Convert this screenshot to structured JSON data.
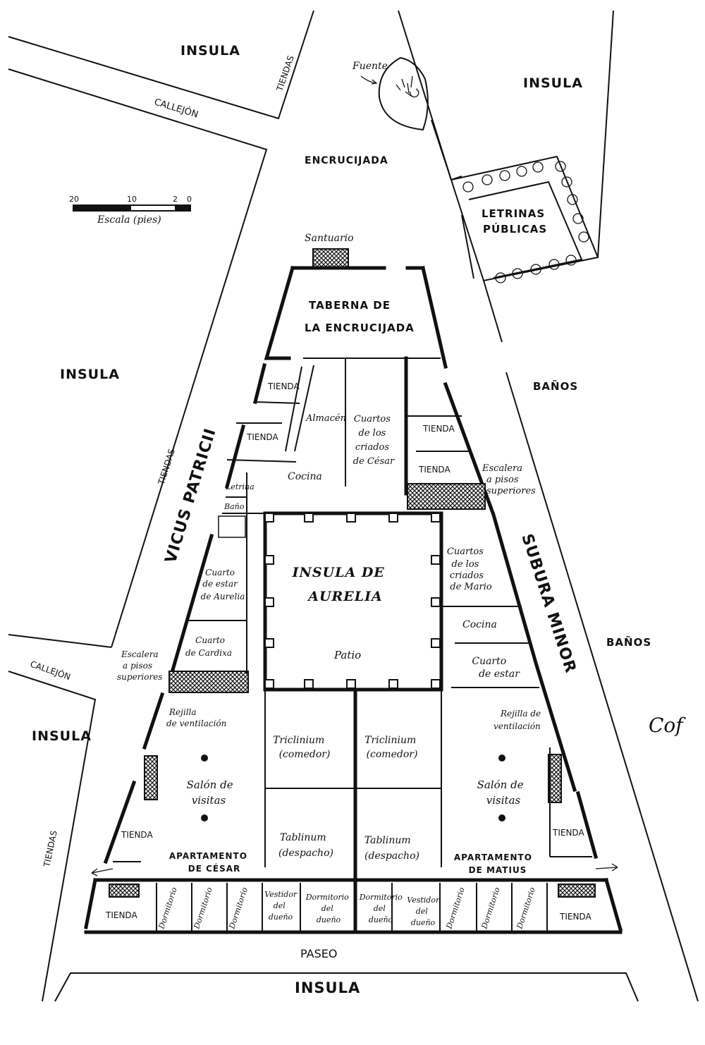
{
  "labels": {
    "insula_top_left": "INSULA",
    "insula_top_right": "INSULA",
    "insula_left": "INSULA",
    "insula_lower_left": "INSULA",
    "insula_bottom": "INSULA",
    "callejon_top": "CALLEJÓN",
    "callejon_left": "CALLEJÓN",
    "tiendas_top": "TIENDAS",
    "tiendas_left": "TIENDAS",
    "tiendas_lower_left": "TIENDAS",
    "fuente": "Fuente",
    "encrucijada": "ENCRUCIJADA",
    "letrinas_1": "LETRINAS",
    "letrinas_2": "PÚBLICAS",
    "santuario": "Santuario",
    "taberna_1": "TABERNA DE",
    "taberna_2": "LA ENCRUCIJADA",
    "banos_1": "BAÑOS",
    "banos_2": "BAÑOS",
    "vicus": "VICUS PATRICII",
    "subura": "SUBURA MINOR",
    "paseo": "PASEO",
    "signature": "Cof"
  },
  "scale": {
    "ticks": [
      "20",
      "10",
      "2",
      "0"
    ],
    "caption": "Escala (pies)"
  },
  "rooms": {
    "tienda_nw1": "TIENDA",
    "tienda_nw2": "TIENDA",
    "almacen": "Almacén",
    "cuartos_cesar": [
      "Cuartos",
      "de los",
      "criados",
      "de César"
    ],
    "tienda_ne1": "TIENDA",
    "tienda_ne2": "TIENDA",
    "escalera_ne": [
      "Escalera",
      "a pisos",
      "superiores"
    ],
    "cocina_w": "Cocina",
    "letrina": "Letrina",
    "bano": "Baño",
    "insula_aurelia": [
      "INSULA DE",
      "AURELIA"
    ],
    "patio": "Patio",
    "cuartos_mario": [
      "Cuartos",
      "de los",
      "criados",
      "de Mario"
    ],
    "cocina_e": "Cocina",
    "cuarto_estar_e": [
      "Cuarto",
      "de estar"
    ],
    "cuarto_aurelia": [
      "Cuarto",
      "de estar",
      "de Aurelia"
    ],
    "cuarto_cardixa": [
      "Cuarto",
      "de Cardixa"
    ],
    "escalera_w": [
      "Escalera",
      "a pisos",
      "superiores"
    ],
    "rejilla_w": [
      "Rejilla",
      "de ventilación"
    ],
    "rejilla_e": [
      "Rejilla de",
      "ventilación"
    ],
    "triclinium_w": [
      "Triclinium",
      "(comedor)"
    ],
    "triclinium_e": [
      "Triclinium",
      "(comedor)"
    ],
    "salon_w": [
      "Salón de",
      "visitas"
    ],
    "salon_e": [
      "Salón de",
      "visitas"
    ],
    "tablinum_w": [
      "Tablinum",
      "(despacho)"
    ],
    "tablinum_e": [
      "Tablinum",
      "(despacho)"
    ],
    "tienda_w": "TIENDA",
    "tienda_e": "TIENDA",
    "apt_cesar": [
      "APARTAMENTO",
      "DE CÉSAR"
    ],
    "apt_matius": [
      "APARTAMENTO",
      "DE MATIUS"
    ],
    "tienda_sw": "TIENDA",
    "tienda_se": "TIENDA",
    "dormitorio_1": "Dormitorio",
    "dormitorio_2": "Dormitorio",
    "dormitorio_3": "Dormitorio",
    "vestidor_w": [
      "Vestidor",
      "del",
      "dueño"
    ],
    "dormitorio_dueno_w": [
      "Dormitorio",
      "del",
      "dueño"
    ],
    "dormitorio_dueno_e": [
      "Dormitorio",
      "del",
      "dueño"
    ],
    "vestidor_e": [
      "Vestidor",
      "del",
      "dueño"
    ],
    "dormitorio_4": "Dormitorio",
    "dormitorio_5": "Dormitorio",
    "dormitorio_6": "Dormitorio"
  }
}
